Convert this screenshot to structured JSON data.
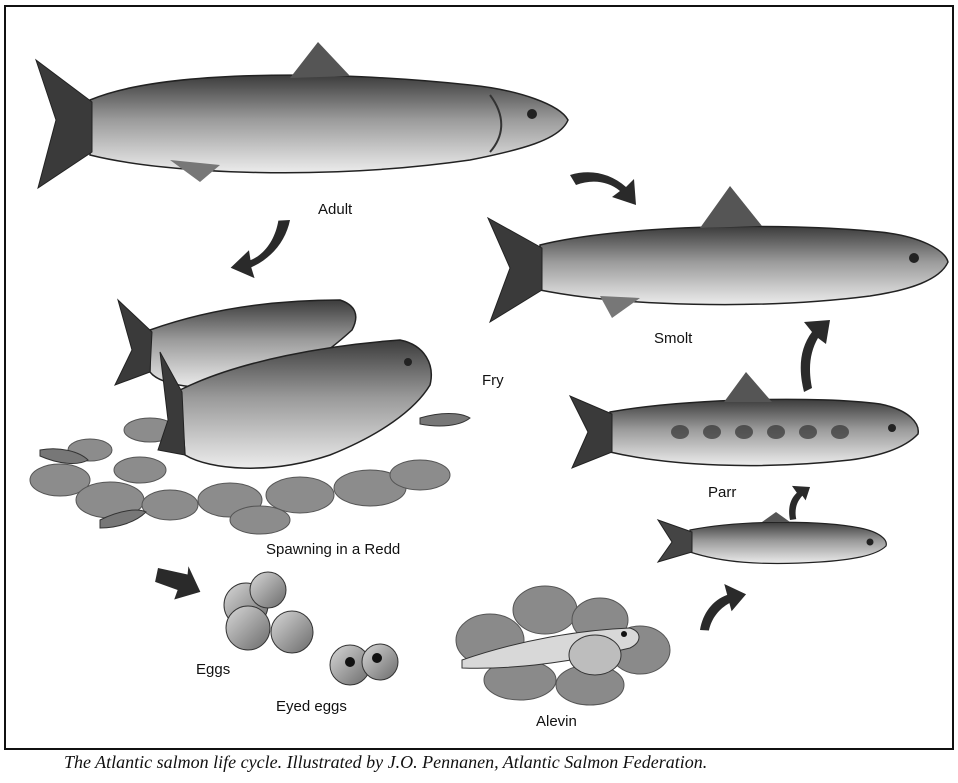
{
  "stages": {
    "adult": "Adult",
    "smolt": "Smolt",
    "fry": "Fry",
    "parr": "Parr",
    "spawning": "Spawning in a Redd",
    "eggs": "Eggs",
    "eyed_eggs": "Eyed eggs",
    "alevin": "Alevin"
  },
  "caption": "The Atlantic salmon life cycle.  Illustrated by J.O. Pennanen, Atlantic Salmon Federation.",
  "colors": {
    "ink": "#111111",
    "fish_dark": "#4a4a4a",
    "fish_mid": "#9a9a9a",
    "fish_light": "#e6e6e6",
    "stone": "#8c8c8c"
  }
}
